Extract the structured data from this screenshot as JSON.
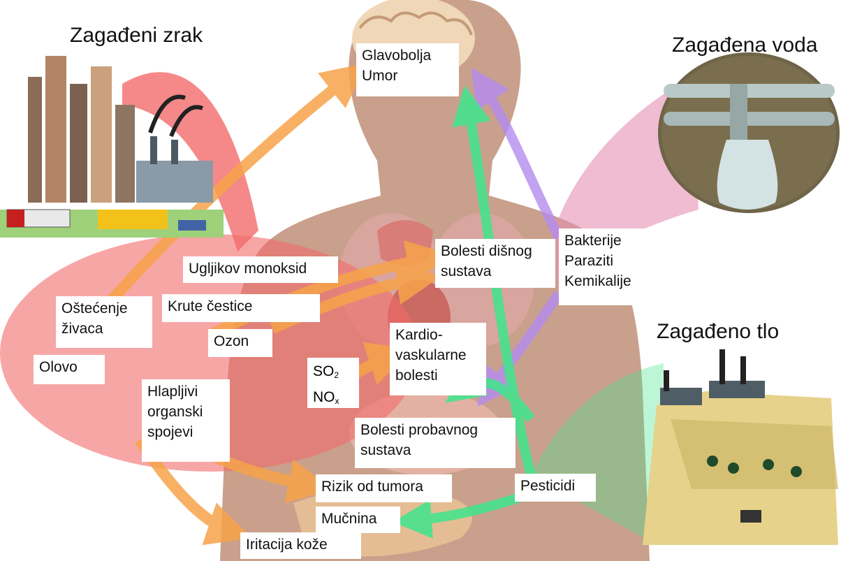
{
  "headings": {
    "air": "Zagađeni zrak",
    "water": "Zagađena voda",
    "soil": "Zagađeno tlo"
  },
  "labels": {
    "headache": "Glavobolja\nUmor",
    "respiratory": "Bolesti dišnog\nsustava",
    "water_agents": "Bakterije\nParaziti\nKemikalije",
    "carbon_monoxide": "Ugljikov monoksid",
    "particulates": "Krute čestice",
    "nerve_damage": "Oštećenje\nživaca",
    "ozone": "Ozon",
    "lead": "Olovo",
    "cardio": "Kardio-\nvaskularne\nbolesti",
    "so2": "SO",
    "so2_sub": "2",
    "nox": "NO",
    "nox_sub": "x",
    "voc": "Hlapljivi\norganski\nspojevi",
    "digestive": "Bolesti probavnog\nsustava",
    "tumor": "Rizik od tumora",
    "pesticides": "Pesticidi",
    "nausea": "Mučnina",
    "skin": "Iritacija kože"
  },
  "colors": {
    "air_cloud": "#f26b6b",
    "air_arrow": "#f7a34a",
    "water_cloud": "#e58fb3",
    "water_arrow": "#b58cf0",
    "soil_arrow": "#3fe68c",
    "body": "#c9a08c",
    "organs": "#d97d78"
  }
}
